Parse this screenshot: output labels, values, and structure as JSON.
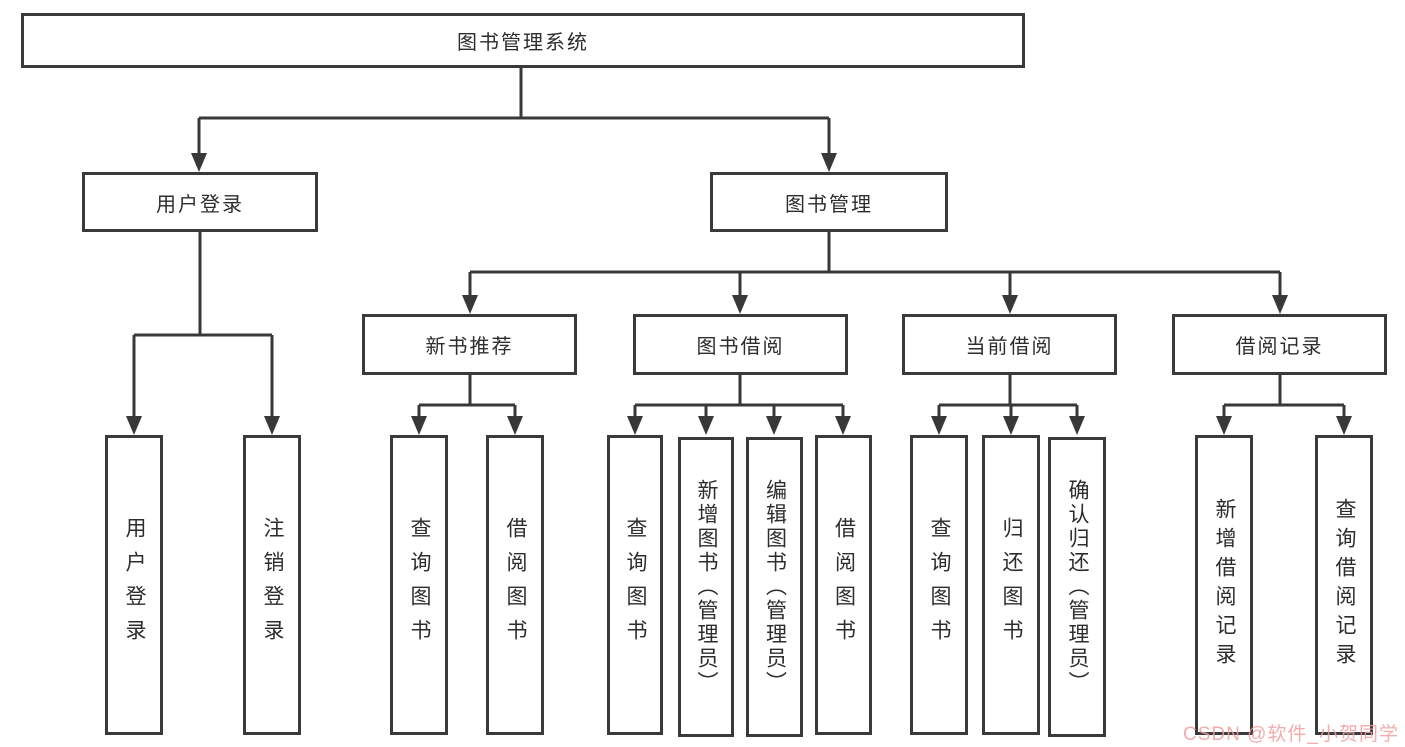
{
  "tree": {
    "root_label": "图书管理系统",
    "branches": [
      {
        "label": "用户登录",
        "children": [
          "用户登录",
          "注销登录"
        ]
      },
      {
        "label": "图书管理",
        "modules": [
          {
            "label": "新书推荐",
            "children": [
              "查询图书",
              "借阅图书"
            ]
          },
          {
            "label": "图书借阅",
            "children": [
              "查询图书",
              "新增图书（管理员）",
              "编辑图书（管理员）",
              "借阅图书"
            ]
          },
          {
            "label": "当前借阅",
            "children": [
              "查询图书",
              "归还图书",
              "确认归还（管理员）"
            ]
          },
          {
            "label": "借阅记录",
            "children": [
              "新增借阅记录",
              "查询借阅记录"
            ]
          }
        ]
      }
    ]
  },
  "watermark": {
    "text": "CSDN @软件_小贺同学",
    "color": "#f09e9e"
  },
  "colors": {
    "line": "#383838",
    "border": "#3a3a3a",
    "text": "#2d2d2d",
    "background": "#ffffff"
  }
}
